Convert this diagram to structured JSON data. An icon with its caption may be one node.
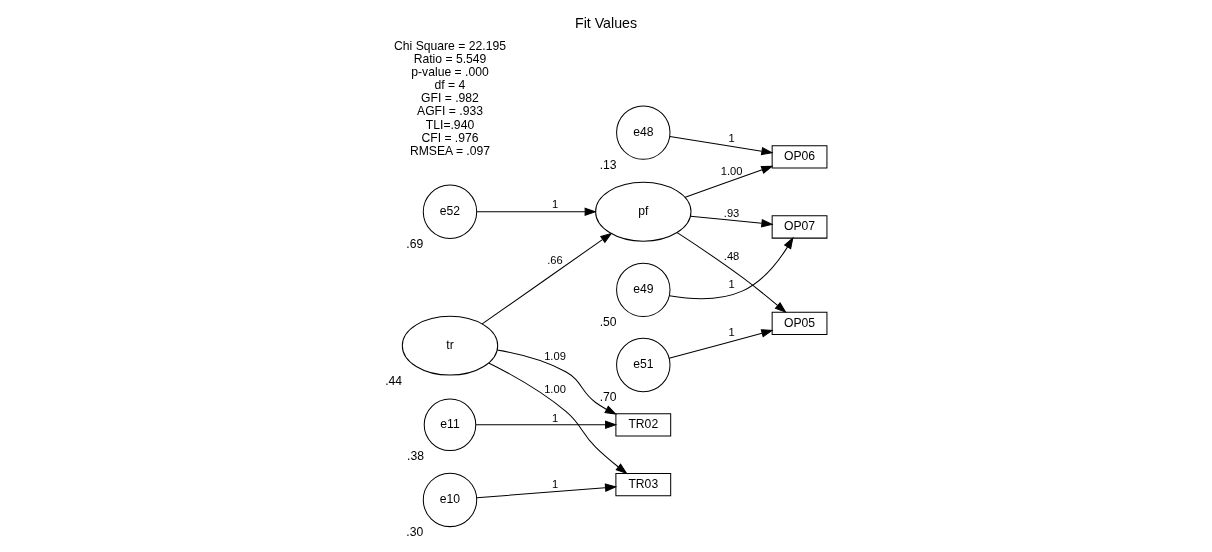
{
  "diagram": {
    "title": "Fit Values",
    "nodes": [
      {
        "text": [
          "e52"
        ],
        "beside": [
          ".69"
        ]
      },
      {
        "text": [
          "tr"
        ],
        "beside": [
          ".44"
        ]
      },
      {
        "text": [
          "pf"
        ]
      },
      {
        "text": [
          "e11"
        ],
        "beside": [
          ".38"
        ]
      },
      {
        "text": [
          "TR02"
        ]
      },
      {
        "text": [
          "OP06"
        ]
      },
      {
        "text": [
          "OP07"
        ]
      },
      {
        "text": [
          "e48"
        ],
        "beside": [
          ".13"
        ]
      },
      {
        "text": [
          "e49"
        ],
        "beside": [
          ".50"
        ]
      },
      {
        "text": [
          "e10"
        ],
        "beside": [
          ".30"
        ]
      },
      {
        "text": [
          "TR03"
        ]
      },
      {
        "text": [
          "OP05"
        ]
      },
      {
        "text": [
          "e51"
        ],
        "beside": [
          ".70"
        ]
      }
    ],
    "edges": [
      {
        "from": 0,
        "to": 2,
        "arrow": "to",
        "label": "1"
      },
      {
        "from": 3,
        "to": 4,
        "arrow": "to",
        "label": "1"
      },
      {
        "from": 1,
        "to": 4,
        "arrow": "to",
        "label": "1.09"
      },
      {
        "from": 9,
        "to": 10,
        "arrow": "to",
        "label": "1"
      },
      {
        "from": 1,
        "to": 10,
        "arrow": "to",
        "label": "1.00"
      },
      {
        "from": 1,
        "to": 2,
        "arrow": "to",
        "label": ".66"
      },
      {
        "from": 2,
        "to": 5,
        "arrow": "to",
        "label": "1.00"
      },
      {
        "from": 2,
        "to": 6,
        "arrow": "to",
        "label": ".93"
      },
      {
        "from": 2,
        "to": 11,
        "arrow": "to",
        "label": ".48"
      },
      {
        "from": 7,
        "to": 5,
        "arrow": "to",
        "label": "1"
      },
      {
        "from": 8,
        "to": 6,
        "arrow": "to",
        "label": "1"
      },
      {
        "from": 12,
        "to": 11,
        "arrow": "to",
        "label": "1"
      }
    ],
    "labels": [
      "Chi Square = 22.195",
      "Ratio = 5.549",
      "p-value = .000",
      "df = 4",
      "GFI = .982",
      "AGFI = .933",
      "TLI=.940",
      "CFI = .976",
      "RMSEA = .097"
    ]
  }
}
